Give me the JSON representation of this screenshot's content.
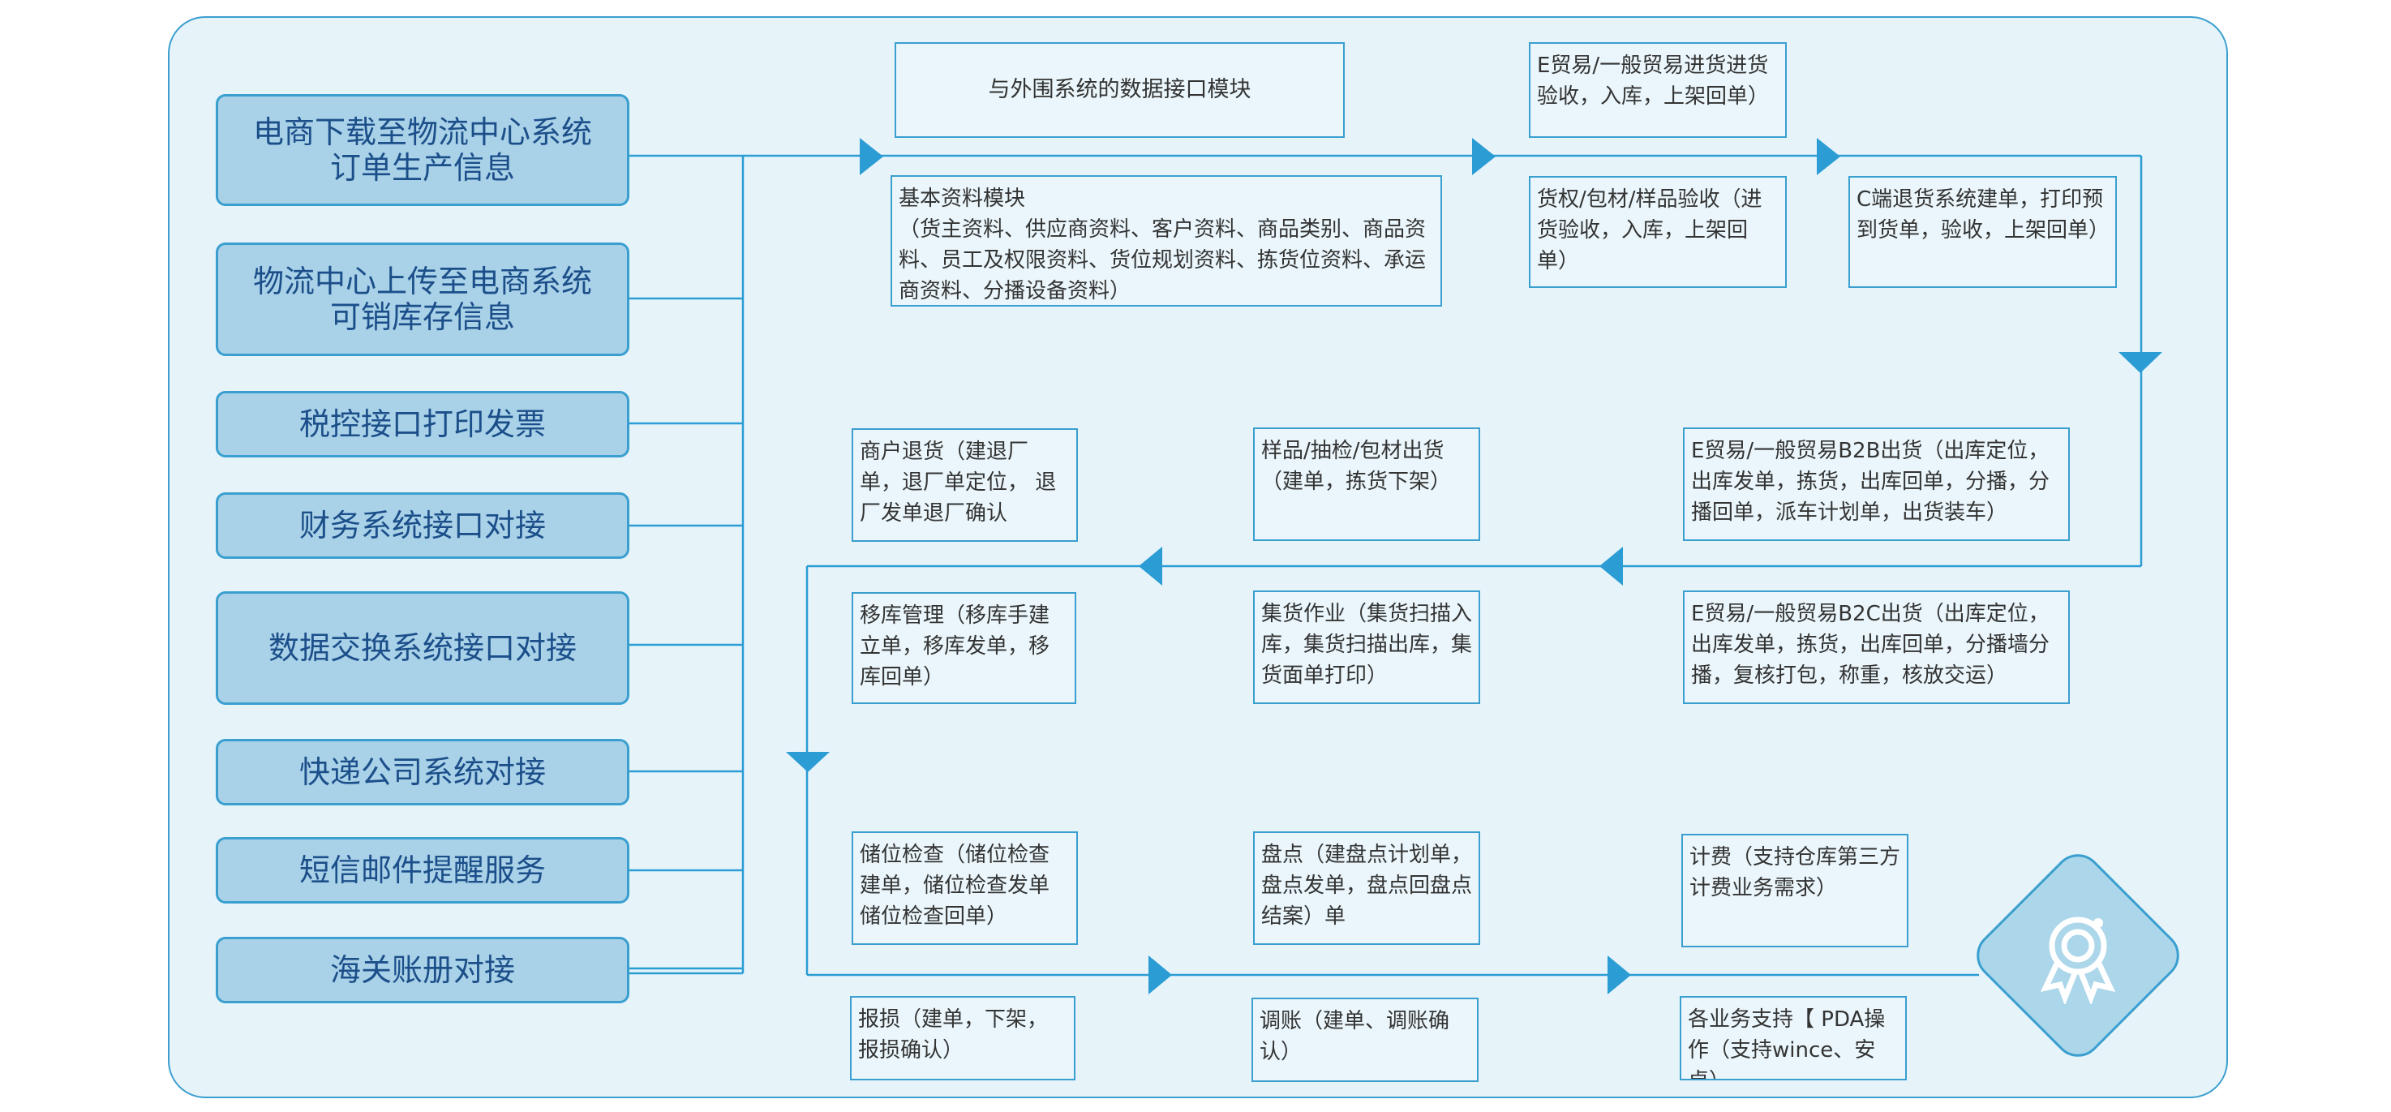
{
  "left_items": [
    "电商下载至物流中心系统\n订单生产信息",
    "物流中心上传至电商系统\n可销库存信息",
    "税控接口打印发票",
    "财务系统接口对接",
    "数据交换系统接口对接",
    "快递公司系统对接",
    "短信邮件提醒服务",
    "海关账册对接"
  ],
  "modules": {
    "interface": "与外围系统的数据接口模块",
    "basic": "基本资料模块\n（货主资料、供应商资料、客户资料、商品类别、商品资料、员工及权限资料、货位规划资料、拣货位资料、承运商资料、分播设备资料）",
    "e_trade_in": "E贸易/一般贸易进货进货验收，入库，上架回单）",
    "cargo_in": "货权/包材/样品验收（进货验收，入库，上架回单）",
    "c_return": "C端退货系统建单，打印预到货单，验收，上架回单）",
    "b2b_out": "E贸易/一般贸易B2B出货（出库定位，出库发单，拣货，出库回单，分播，分播回单，派车计划单，出货装车）",
    "sample_out": "样品/抽检/包材出货（建单，拣货下架）",
    "merchant_return": "商户退货（建退厂单，退厂单定位， 退厂发单退厂确认",
    "b2c_out": "E贸易/一般贸易B2C出货（出库定位，出库发单，拣货，出库回单，分播墙分播，复核打包，称重，核放交运）",
    "collect": "集货作业（集货扫描入库，集货扫描出库，集货面单打印）",
    "transfer": "移库管理（移库手建立单，移库发单，移库回单）",
    "location_check": "储位检查（储位检查建单，储位检查发单储位检查回单）",
    "inventory": "盘点（建盘点计划单，盘点发单，盘点回盘点结案）单",
    "billing": "计费（支持仓库第三方计费业务需求）",
    "damage": "报损（建单，下架，报损确认）",
    "adjust": "调账（建单、调账确认）",
    "pda": "各业务支持【 PDA操作（支持wince、安卓）"
  },
  "icons": {
    "badge": "award-icon"
  },
  "colors": {
    "line": "#2b9cd4",
    "frame_border": "#3a9fcf",
    "frame_fill": "#e6f4fa",
    "left_fill": "#a9d2e8",
    "left_text": "#1c4f8a"
  }
}
